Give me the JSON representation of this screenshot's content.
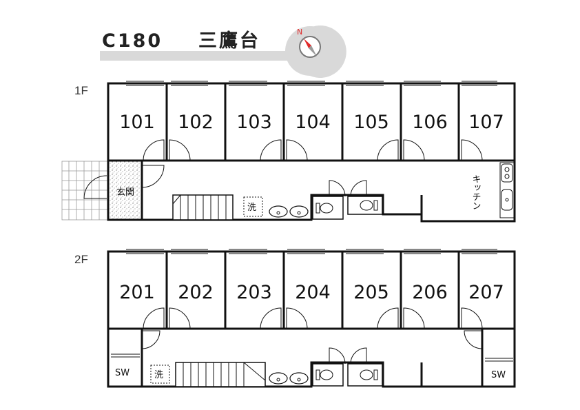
{
  "header": {
    "building_code": "C180",
    "building_name": "三鷹台",
    "compass_letter": "N"
  },
  "floors": [
    {
      "label": "1F",
      "rooms": [
        "101",
        "102",
        "103",
        "104",
        "105",
        "106",
        "107"
      ],
      "entrance_label": "玄関",
      "kitchen_label": "キッチン",
      "laundry_label": "洗"
    },
    {
      "label": "2F",
      "rooms": [
        "201",
        "202",
        "203",
        "204",
        "205",
        "206",
        "207"
      ],
      "laundry_label": "洗",
      "sw_left_label": "SW",
      "sw_right_label": "SW"
    }
  ],
  "colors": {
    "wall": "#111111",
    "title_bar": "#d9d9d9",
    "compass_needle_north": "#e02a2a",
    "compass_needle_south": "#9a9a9a"
  }
}
